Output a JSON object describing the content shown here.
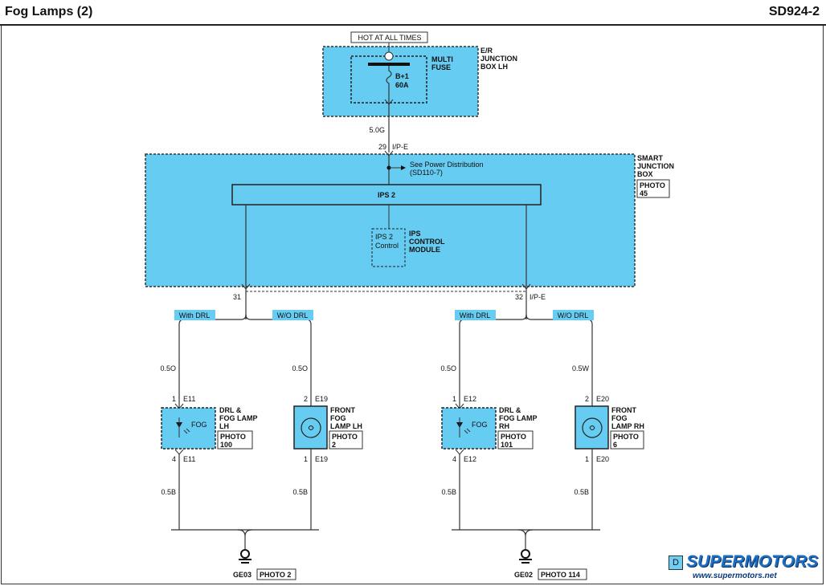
{
  "header": {
    "title": "Fog Lamps (2)",
    "code": "SD924-2"
  },
  "colors": {
    "box_fill": "#66ccf2",
    "line": "#333333",
    "tag_fill": "#66ccf2"
  },
  "top": {
    "hot_label": "HOT AT ALL TIMES",
    "ej_box": [
      "E/R",
      "JUNCTION",
      "BOX LH"
    ],
    "fuse_type": [
      "MULTI",
      "FUSE"
    ],
    "fuse_name": "B+1",
    "fuse_rating": "60A",
    "wire": "5.0G"
  },
  "sjb": {
    "pin_in": "29",
    "conn": "I/P-E",
    "ref_text": "See Power Distribution",
    "ref_code": "(SD110-7)",
    "ips_label": "IPS 2",
    "ctrl_inner": [
      "IPS 2",
      "Control"
    ],
    "ctrl_label": [
      "IPS",
      "CONTROL",
      "MODULE"
    ],
    "name": [
      "SMART",
      "JUNCTION",
      "BOX"
    ],
    "photo": [
      "PHOTO",
      "45"
    ],
    "pin_left": "31",
    "pin_right": "32",
    "conn_right": "I/P-E"
  },
  "left": {
    "with_drl": "With DRL",
    "wo_drl": "W/O DRL",
    "wire_a": "0.5O",
    "wire_b": "0.5O",
    "lamp1": {
      "pin_top": "1",
      "conn_top": "E11",
      "inner": "FOG",
      "name": [
        "DRL &",
        "FOG LAMP",
        "LH"
      ],
      "photo": [
        "PHOTO",
        "100"
      ],
      "pin_bot": "4",
      "conn_bot": "E11"
    },
    "lamp2": {
      "pin_top": "2",
      "conn_top": "E19",
      "name": [
        "FRONT",
        "FOG",
        "LAMP LH"
      ],
      "photo": [
        "PHOTO",
        "2"
      ],
      "pin_bot": "1",
      "conn_bot": "E19"
    },
    "gnd_wire_a": "0.5B",
    "gnd_wire_b": "0.5B",
    "ground": "GE03",
    "ground_photo": "PHOTO 2"
  },
  "right": {
    "with_drl": "With DRL",
    "wo_drl": "W/O DRL",
    "wire_a": "0.5O",
    "wire_b": "0.5W",
    "lamp1": {
      "pin_top": "1",
      "conn_top": "E12",
      "inner": "FOG",
      "name": [
        "DRL &",
        "FOG LAMP",
        "RH"
      ],
      "photo": [
        "PHOTO",
        "101"
      ],
      "pin_bot": "4",
      "conn_bot": "E12"
    },
    "lamp2": {
      "pin_top": "2",
      "conn_top": "E20",
      "name": [
        "FRONT",
        "FOG",
        "LAMP RH"
      ],
      "photo": [
        "PHOTO",
        "6"
      ],
      "pin_bot": "1",
      "conn_bot": "E20"
    },
    "gnd_wire_a": "0.5B",
    "gnd_wire_b": "0.5B",
    "ground": "GE02",
    "ground_photo": "PHOTO 114"
  },
  "watermark": {
    "logo": "SUPERMOTORS",
    "url": "www.supermotors.net",
    "badge": "D"
  }
}
